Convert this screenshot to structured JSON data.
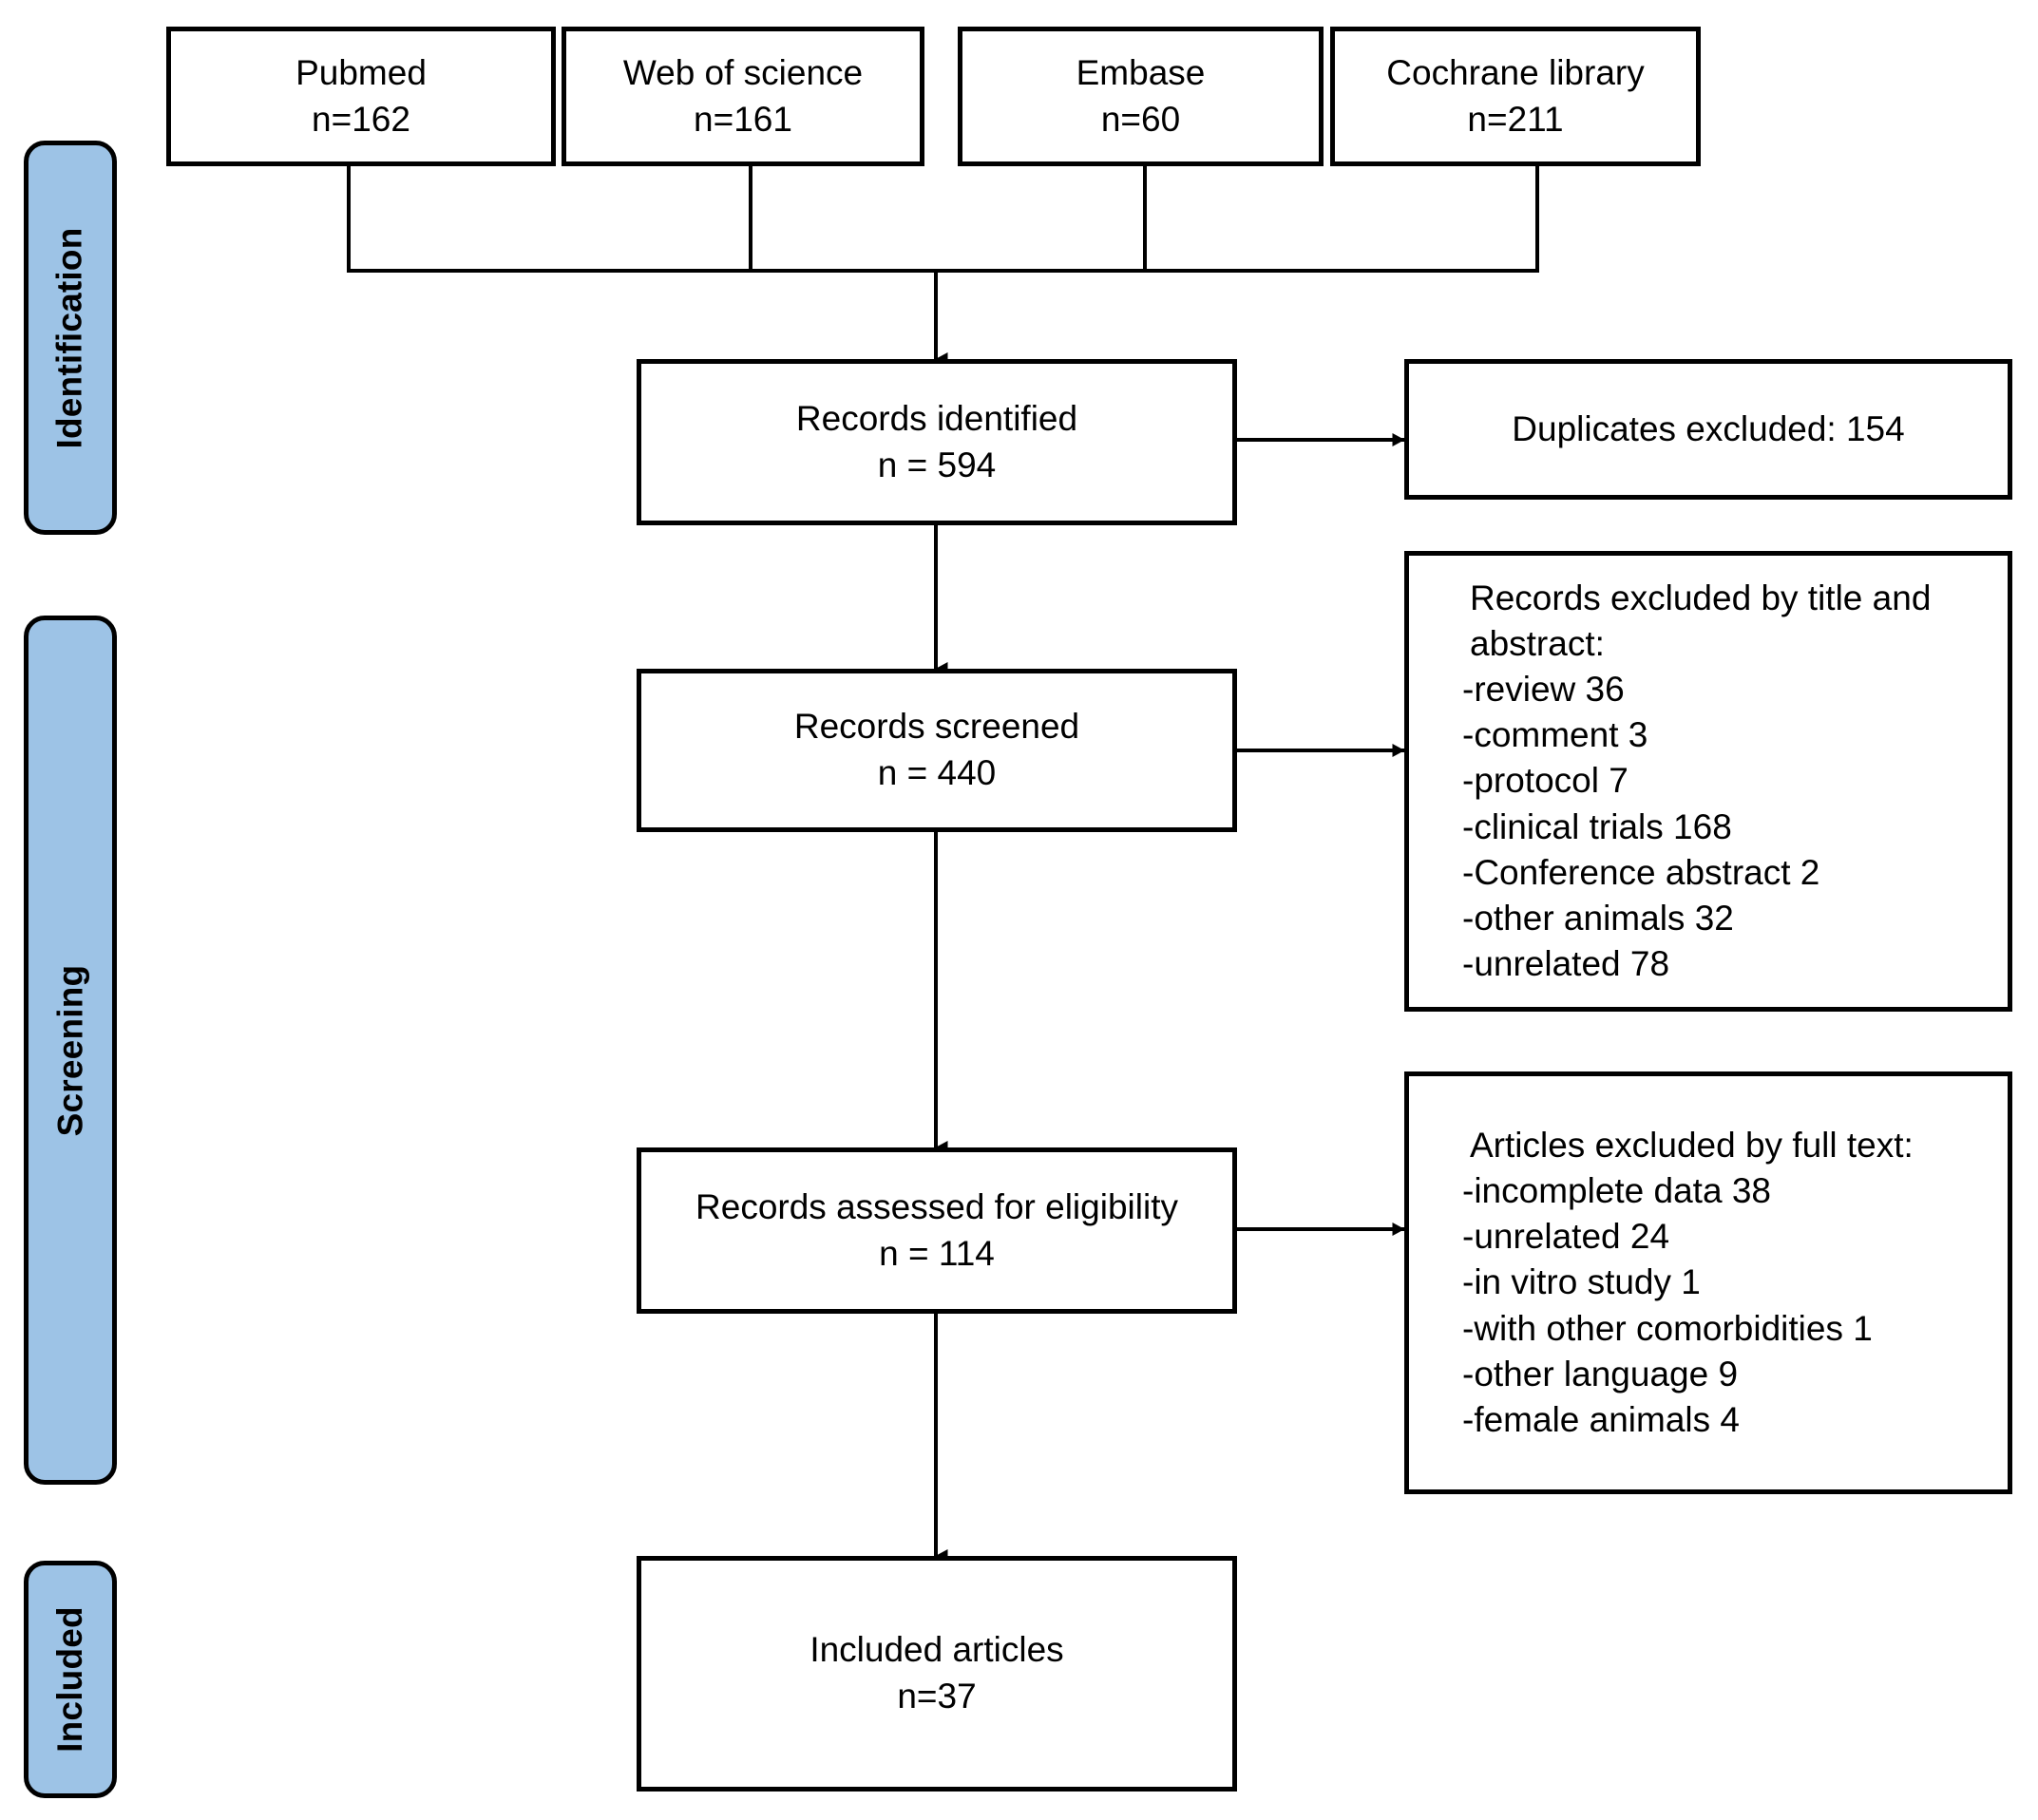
{
  "stages": [
    {
      "label": "Identification"
    },
    {
      "label": "Screening"
    },
    {
      "label": "Included"
    }
  ],
  "sources": [
    {
      "name": "Pubmed",
      "count": "n=162"
    },
    {
      "name": "Web of science",
      "count": "n=161"
    },
    {
      "name": "Embase",
      "count": "n=60"
    },
    {
      "name": "Cochrane library",
      "count": "n=211"
    }
  ],
  "flow": {
    "identified": {
      "label": "Records identified",
      "count": "n = 594"
    },
    "screened": {
      "label": "Records screened",
      "count": "n = 440"
    },
    "eligibility": {
      "label": "Records assessed for eligibility",
      "count": "n = 114"
    },
    "included": {
      "label": "Included articles",
      "count": "n=37"
    }
  },
  "exclusions": {
    "duplicates": {
      "text": "Duplicates excluded: 154"
    },
    "title_abstract": {
      "head_line1": "Records excluded by title and",
      "head_line2": "abstract:",
      "items": [
        "-review 36",
        "-comment 3",
        "-protocol 7",
        "-clinical trials 168",
        "-Conference abstract 2",
        "-other animals 32",
        "-unrelated 78"
      ]
    },
    "full_text": {
      "head_line1": "Articles excluded by full text:",
      "items": [
        "-incomplete data 38",
        "-unrelated 24",
        "-in vitro study 1",
        "-with other comorbidities 1",
        "-other language 9",
        "-female animals 4"
      ]
    }
  },
  "colors": {
    "band_fill": "#9DC3E6",
    "stroke": "#000000",
    "box_fill": "#FFFFFF"
  }
}
